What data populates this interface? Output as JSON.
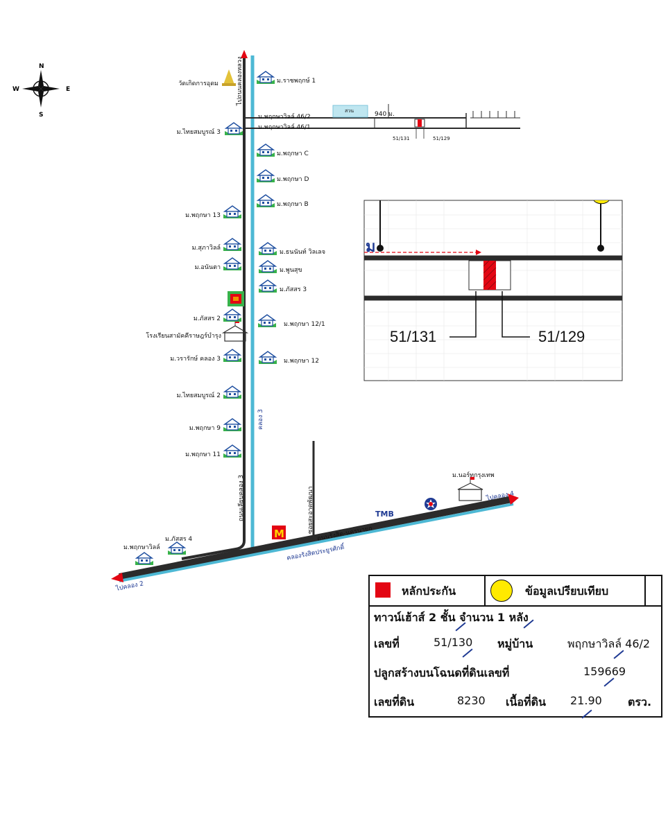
{
  "compass": {
    "n": "N",
    "s": "S",
    "e": "E",
    "w": "W"
  },
  "roads": {
    "main_v": "ไปถนนคลองหลวง",
    "main_v2": "ถนนเลียบคลอง 3",
    "canal_v": "คลอง 3",
    "soi": "ซอยสะอาดพัฒนา",
    "main_h": "ถนนรังสิต-นครนายก",
    "canal_h": "คลองรังสิตประยูรศักดิ์",
    "to4": "ไปคลอง 4",
    "to2": "ไปคลอง 2",
    "branch1": "ม.พฤกษาวิลล์ 46/2",
    "branch2": "ม.พฤกษาวิลล์ 46/1",
    "park": "สวน",
    "dist": "940 ม.",
    "plot_a": "51/131",
    "plot_b": "51/129"
  },
  "places_left": [
    "วัดเกิดการอุดม",
    "ม.ไทยสมบูรณ์ 3",
    "ม.พฤกษา 13",
    "ม.สุภาวิลล์",
    "ม.อนันตา",
    "ม.ภัสสร 2",
    "โรงเรียนสามัคคีราษฎร์บำรุง",
    "ม.วรารักษ์ คลอง 3",
    "ม.ไทยสมบูรณ์ 2",
    "ม.พฤกษา 9",
    "ม.พฤกษา 11"
  ],
  "places_right": [
    "ม.ราชพฤกษ์ 1",
    "ม.พฤกษา C",
    "ม.พฤกษา D",
    "ม.พฤกษา B",
    "ม.ธนนันท์ วิลเลจ",
    "ม.พูนสุข",
    "ม.ภัสสร 3",
    "ม.พฤกษา 12/1",
    "ม.พฤกษา 12"
  ],
  "places_bottom": {
    "pruksaville": "ม.พฤกษาวิลล์",
    "passorn4": "ม.ภัสสร 4",
    "university": "ม.นอร์ทกรุงเทพ",
    "tmb": "TMB"
  },
  "inset": {
    "m": "ม",
    "plot_a": "51/131",
    "plot_b": "51/129"
  },
  "legend": {
    "collateral": "หลักประกัน",
    "comparison": "ข้อมูลเปรียบเทียบ",
    "line1": "ทาวน์เฮ้าส์ 2 ชั้น จำนวน 1 หลัง",
    "no_label": "เลขที่",
    "no_value": "51/130",
    "village_label": "หมู่บ้าน",
    "village_value": "พฤกษาวิลล์ 46/2",
    "deed_label": "ปลูกสร้างบนโฉนดที่ดินเลขที่",
    "deed_value": "159669",
    "land_no_label": "เลขที่ดิน",
    "land_no_value": "8230",
    "area_label": "เนื้อที่ดิน",
    "area_value": "21.90",
    "area_unit": "ตรว."
  },
  "colors": {
    "road": "#2b2b2b",
    "canal": "#4db8d4",
    "red": "#e30613",
    "house": "#1f4fa0",
    "green": "#38b24a",
    "yellow": "#ffea00"
  }
}
